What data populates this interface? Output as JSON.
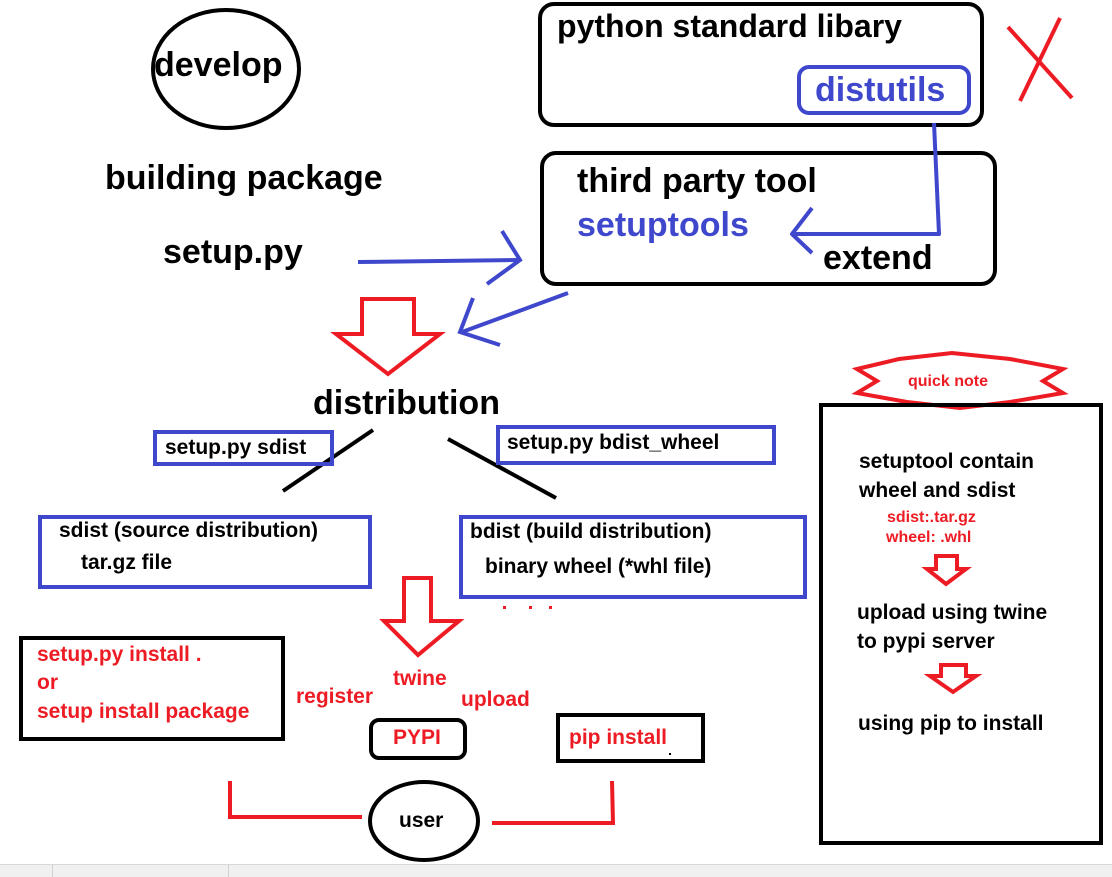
{
  "colors": {
    "ink": "#000000",
    "blue": "#3f48cc",
    "red": "#ed1c24",
    "background": "#ffffff"
  },
  "labels": {
    "develop": "develop",
    "building_package": "building package",
    "setup_py": "setup.py",
    "stdlib_title": "python standard libary",
    "distutils": "distutils",
    "third_party_title": "third party tool",
    "setuptools": "setuptools",
    "extend": "extend",
    "distribution": "distribution",
    "cmd_sdist": "setup.py sdist",
    "cmd_bdist_wheel": "setup.py bdist_wheel",
    "sdist_title": "sdist (source distribution)",
    "sdist_detail": "tar.gz file",
    "bdist_title": "bdist (build distribution)",
    "bdist_detail": "binary wheel (*whl file)",
    "install_line1": "setup.py install .",
    "install_line2": "or",
    "install_line3": "setup install package",
    "twine": "twine",
    "register": "register",
    "upload": "upload",
    "pypi": "PYPI",
    "pip_install": "pip install",
    "user": "user"
  },
  "quick_note": {
    "title": "quick note",
    "line1": "setuptool contain",
    "line2": "wheel and sdist",
    "sdist_ext": "sdist:.tar.gz",
    "wheel_ext": "wheel: .whl",
    "upload_line1": "upload using twine",
    "upload_line2": "to pypi server",
    "pip_line": "using pip to install"
  },
  "icons": {
    "deprecated_mark": "cross-out-icon",
    "flow_arrow": "hollow-down-arrow-icon"
  }
}
